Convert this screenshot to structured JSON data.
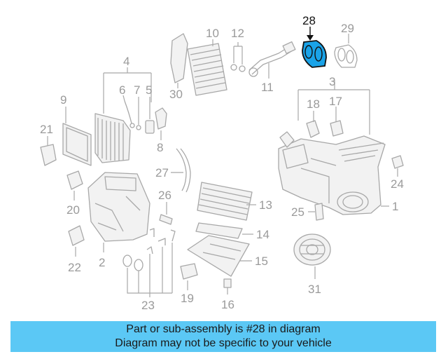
{
  "colors": {
    "caption_bg": "#5bc8f5",
    "highlight_fill": "#1aa3e8"
  },
  "callouts": {
    "c1": "1",
    "c2": "2",
    "c3": "3",
    "c4": "4",
    "c5": "5",
    "c6": "6",
    "c7": "7",
    "c8": "8",
    "c9": "9",
    "c10": "10",
    "c11": "11",
    "c12": "12",
    "c13": "13",
    "c14": "14",
    "c15": "15",
    "c16": "16",
    "c17": "17",
    "c18": "18",
    "c19": "19",
    "c20": "20",
    "c21": "21",
    "c22": "22",
    "c23": "23",
    "c24": "24",
    "c25": "25",
    "c26": "26",
    "c27": "27",
    "c28": "28",
    "c29": "29",
    "c30": "30",
    "c31": "31"
  },
  "caption": {
    "line1": "Part or sub-assembly is #28 in diagram",
    "line2": "Diagram may not be specific to your vehicle"
  }
}
